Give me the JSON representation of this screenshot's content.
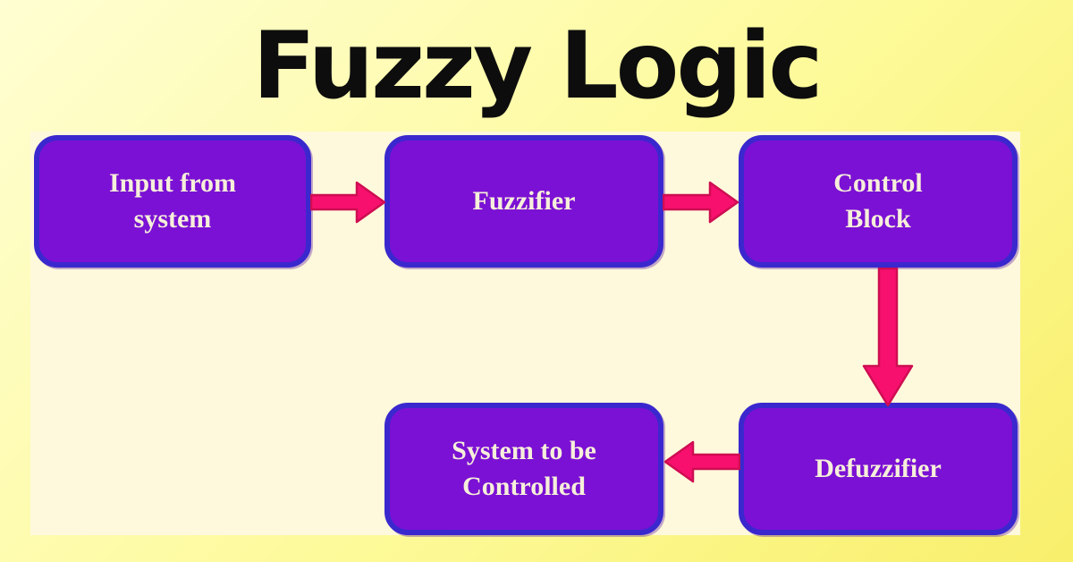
{
  "title": "Fuzzy Logic",
  "colors": {
    "background_start": "#FFFED2",
    "background_mid": "#FDFA9A",
    "background_end": "#F8EF6B",
    "panel": "#FEF9DC",
    "box_fill": "#7B11D4",
    "box_border": "#3A28CE",
    "box_text": "#F6EFDA",
    "arrow_fill": "#F7106E",
    "arrow_outline": "#CE0D52",
    "title_color": "#0D0D0D"
  },
  "diagram": {
    "type": "flowchart",
    "nodes": [
      {
        "id": "input-from-system",
        "label": "Input from\nsystem"
      },
      {
        "id": "fuzzifier",
        "label": "Fuzzifier"
      },
      {
        "id": "control-block",
        "label": "Control\nBlock"
      },
      {
        "id": "defuzzifier",
        "label": "Defuzzifier"
      },
      {
        "id": "system-to-be-controlled",
        "label": "System to be\nControlled"
      }
    ],
    "edges": [
      {
        "from": "input-from-system",
        "to": "fuzzifier",
        "direction": "right"
      },
      {
        "from": "fuzzifier",
        "to": "control-block",
        "direction": "right"
      },
      {
        "from": "control-block",
        "to": "defuzzifier",
        "direction": "down"
      },
      {
        "from": "defuzzifier",
        "to": "system-to-be-controlled",
        "direction": "left"
      }
    ]
  }
}
